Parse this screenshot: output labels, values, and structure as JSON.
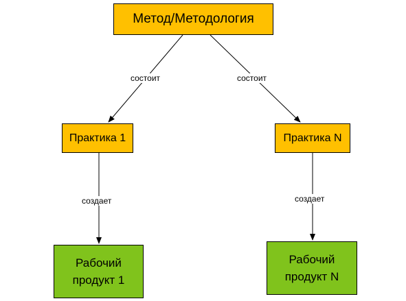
{
  "diagram": {
    "nodes": {
      "method": "Метод/Методология",
      "practice_1": "Практика 1",
      "practice_n": "Практика N",
      "product_1": "Рабочий\nпродукт 1",
      "product_n": "Рабочий\nпродукт N"
    },
    "edges": {
      "consists_left": "состоит",
      "consists_right": "состоит",
      "creates_left": "создает",
      "creates_right": "создает"
    },
    "colors": {
      "practice_fill": "#ffc000",
      "product_fill": "#80c31c",
      "border": "#000000",
      "line": "#000000"
    }
  }
}
